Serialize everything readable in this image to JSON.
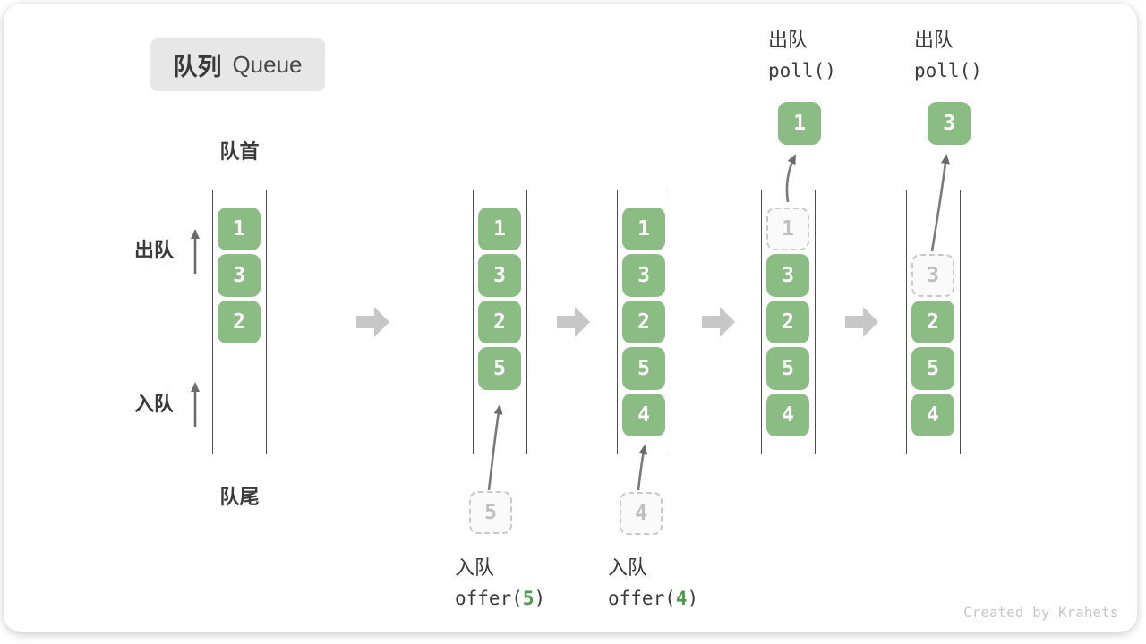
{
  "title": {
    "zh": "队列",
    "en": "Queue"
  },
  "labels": {
    "front": "队首",
    "rear": "队尾",
    "dequeue_side": "出队",
    "enqueue_side": "入队"
  },
  "operations": {
    "offer5": {
      "label": "入队",
      "fn": "offer(",
      "arg": "5",
      "close": ")"
    },
    "offer4": {
      "label": "入队",
      "fn": "offer(",
      "arg": "4",
      "close": ")"
    },
    "poll1": {
      "label": "出队",
      "fn": "poll()"
    },
    "poll2": {
      "label": "出队",
      "fn": "poll()"
    }
  },
  "queues": [
    {
      "boxes": [
        {
          "v": "1"
        },
        {
          "v": "3"
        },
        {
          "v": "2"
        }
      ]
    },
    {
      "boxes": [
        {
          "v": "1"
        },
        {
          "v": "3"
        },
        {
          "v": "2"
        },
        {
          "v": "5"
        }
      ],
      "pending": {
        "v": "5"
      }
    },
    {
      "boxes": [
        {
          "v": "1"
        },
        {
          "v": "3"
        },
        {
          "v": "2"
        },
        {
          "v": "5"
        },
        {
          "v": "4"
        }
      ],
      "pending": {
        "v": "4"
      }
    },
    {
      "ghost": {
        "v": "1"
      },
      "boxes": [
        {
          "v": "3"
        },
        {
          "v": "2"
        },
        {
          "v": "5"
        },
        {
          "v": "4"
        }
      ],
      "polled": {
        "v": "1"
      }
    },
    {
      "ghost": {
        "v": "3"
      },
      "boxes": [
        {
          "v": "2"
        },
        {
          "v": "5"
        },
        {
          "v": "4"
        }
      ],
      "polled": {
        "v": "3"
      }
    }
  ],
  "watermark": "Created by Krahets",
  "colors": {
    "box_green": "#8abc83",
    "box_text": "#fdfdfd",
    "ghost_border": "#c9c9c9",
    "ghost_text": "#bfbfbf",
    "code_arg_green": "#4e9a4e",
    "text_dark": "#3a3a3a",
    "block_arrow_gray": "#c7c7c7",
    "thin_arrow_gray": "#6b6b6b",
    "title_bg": "#e7e7e7"
  }
}
